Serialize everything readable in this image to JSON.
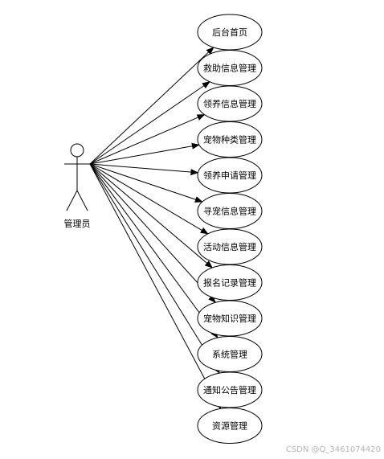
{
  "actor": {
    "label": "管理员",
    "icon": "stick-figure-icon"
  },
  "use_cases": [
    "后台首页",
    "救助信息管理",
    "领养信息管理",
    "宠物种类管理",
    "领养申请管理",
    "寻宠信息管理",
    "活动信息管理",
    "报名记录管理",
    "宠物知识管理",
    "系统管理",
    "通知公告管理",
    "资源管理"
  ],
  "watermark": "CSDN @Q_3461074420"
}
